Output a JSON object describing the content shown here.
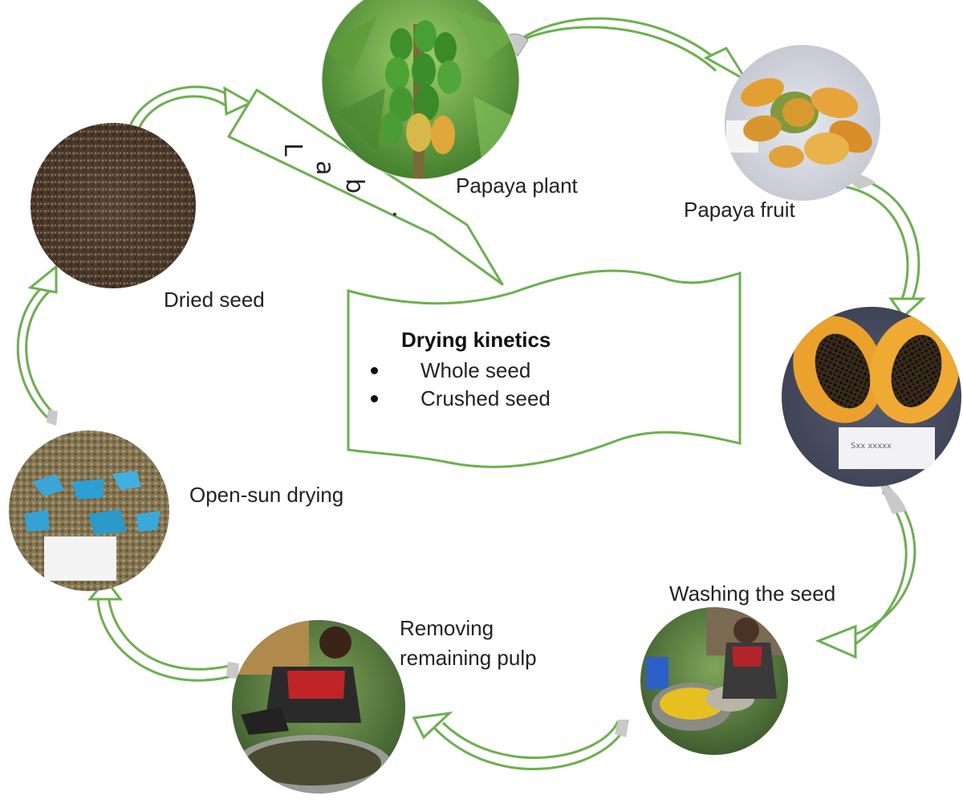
{
  "steps": {
    "plant": "Papaya plant",
    "fruit": "Papaya fruit",
    "washing": "Washing the seed",
    "removing_line1": "Removing",
    "removing_line2": "remaining pulp",
    "sun": "Open-sun drying",
    "dried": "Dried seed"
  },
  "lab_arrow": {
    "letters": [
      "L",
      "a",
      "b",
      "."
    ]
  },
  "panel": {
    "title": "Drying kinetics",
    "items": [
      "Whole seed",
      "Crushed seed"
    ]
  },
  "colors": {
    "arrow_stroke": "#6ab04c",
    "arrow_fill_gray": "#c9c9c9",
    "box_stroke": "#6ab04c"
  }
}
